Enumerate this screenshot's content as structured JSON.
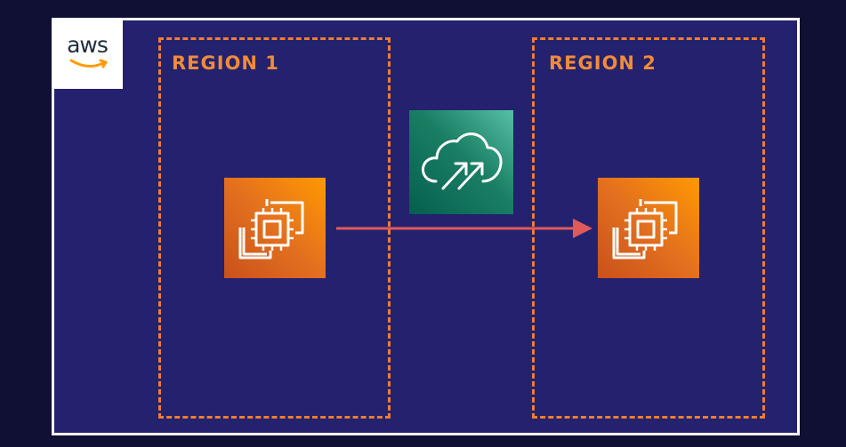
{
  "logo": {
    "text": "aws"
  },
  "regions": [
    {
      "label": "REGION 1"
    },
    {
      "label": "REGION 2"
    }
  ],
  "colors": {
    "background": "#0f1033",
    "canvas": "#24216e",
    "frame_border": "#ffffff",
    "region_border": "#ed7d31",
    "region_label": "#f08b3a",
    "ec2_orange": "#e3701f",
    "accelerator_green": "#1a7f64",
    "arrow": "#e05a5a"
  },
  "icons": {
    "ec2": "ec2-instance-icon",
    "accelerator": "global-accelerator-icon",
    "arrow": "replication-arrow"
  }
}
